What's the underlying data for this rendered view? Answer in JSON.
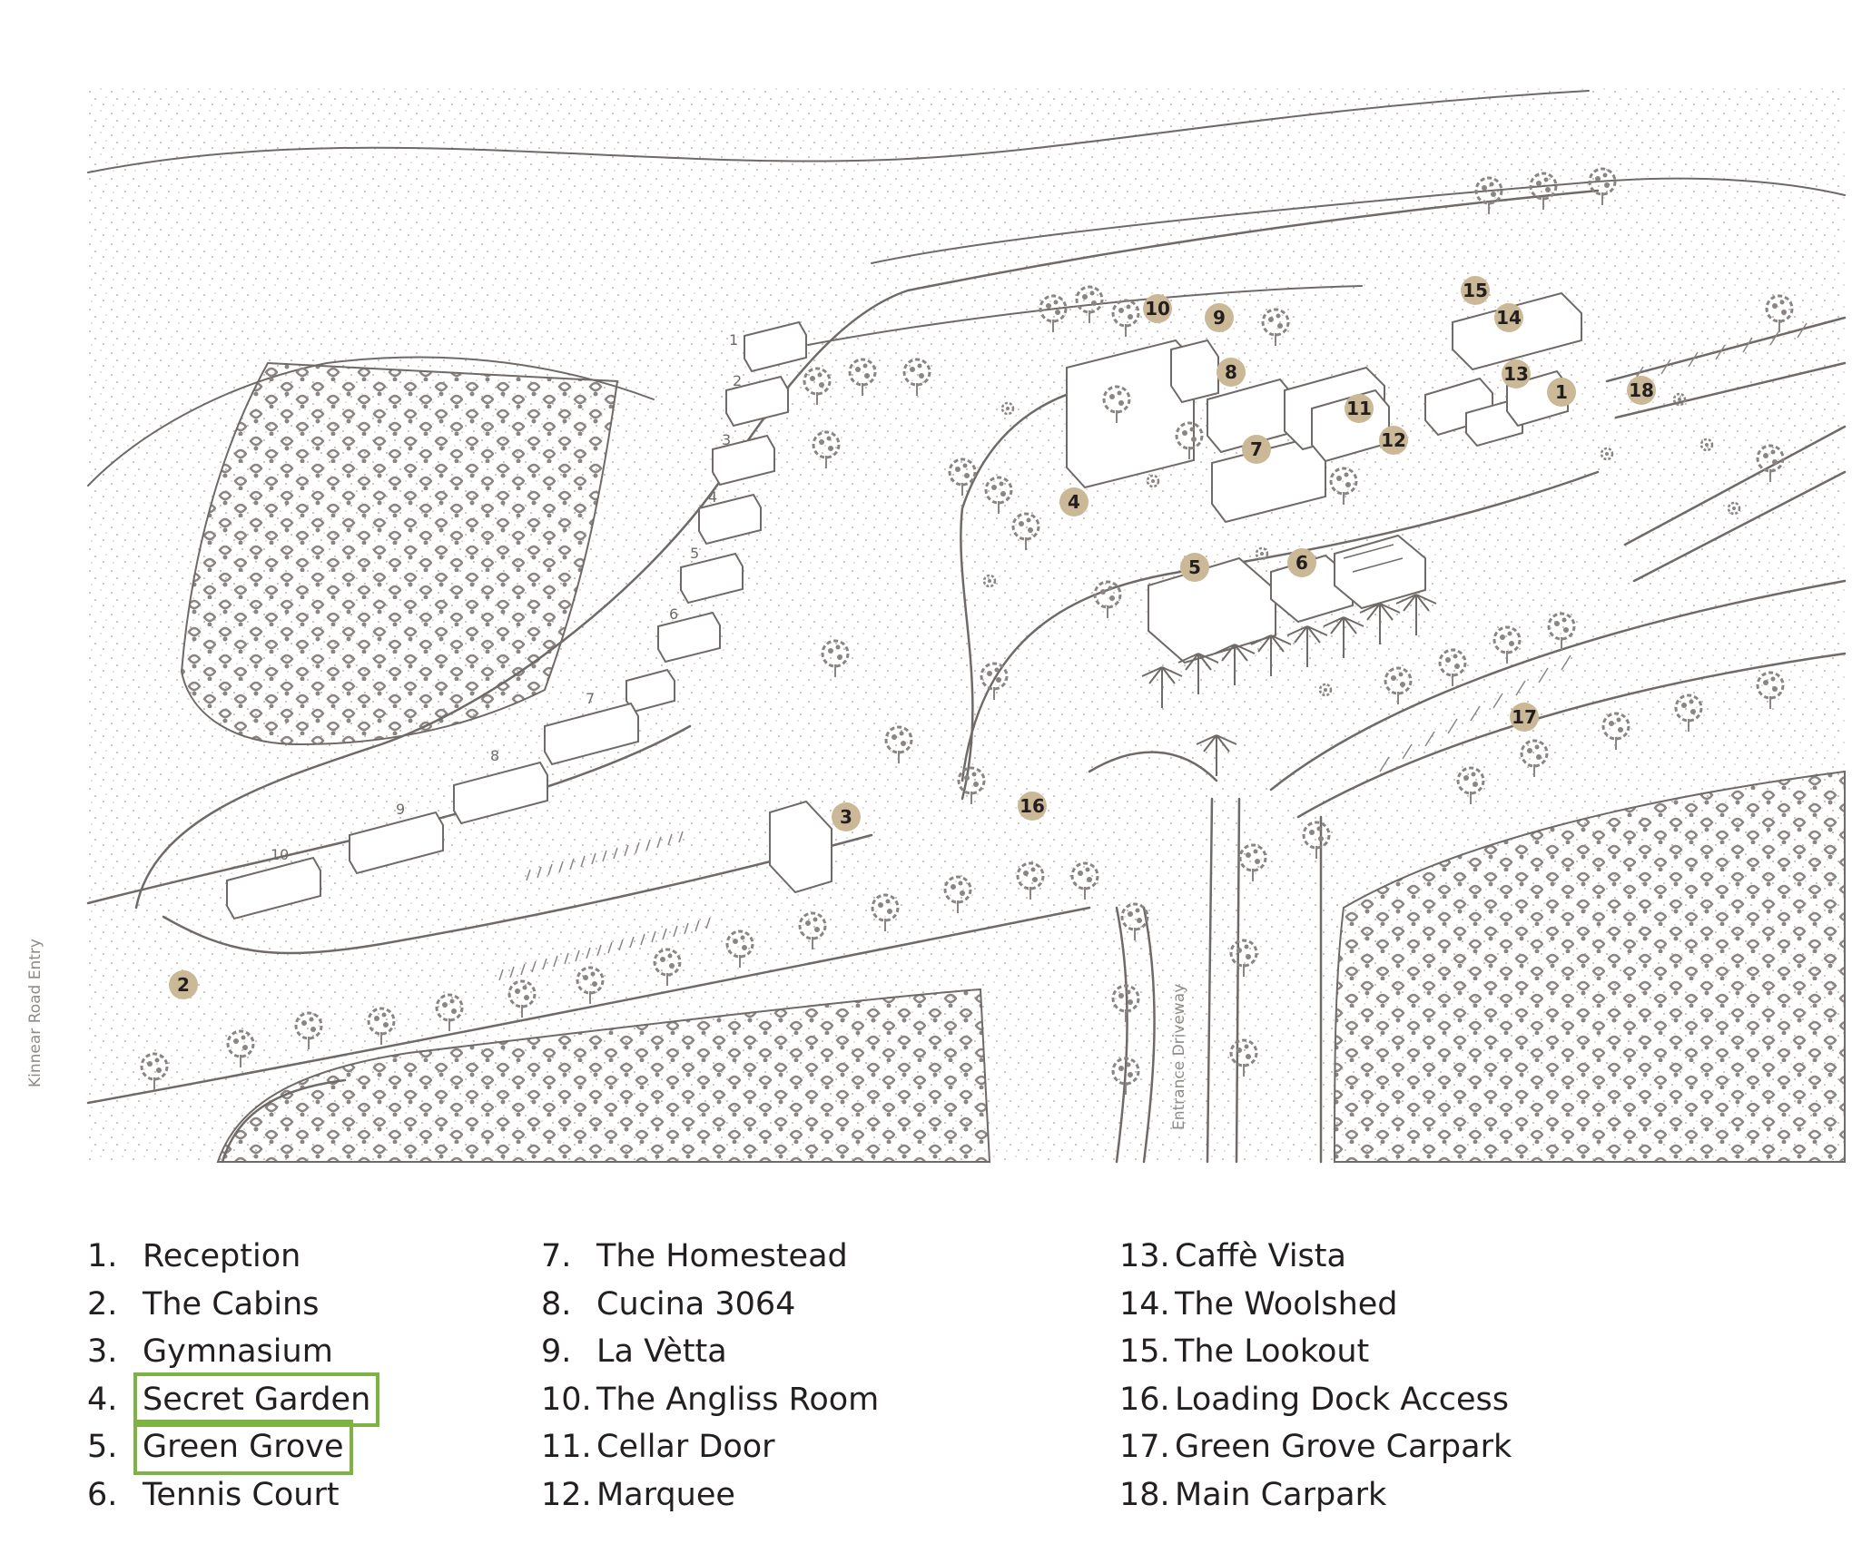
{
  "map": {
    "road_labels": [
      "Kinnear Road Entry",
      "Entrance Driveway"
    ],
    "cabin_numbers": [
      "1",
      "2",
      "3",
      "4",
      "5",
      "6",
      "7",
      "8",
      "9",
      "10"
    ],
    "marker_color": "#cbb896",
    "line_color": "#6f6a67",
    "tree_color": "#8a8583",
    "markers": [
      {
        "num": "1"
      },
      {
        "num": "2"
      },
      {
        "num": "3"
      },
      {
        "num": "4"
      },
      {
        "num": "5"
      },
      {
        "num": "6"
      },
      {
        "num": "7"
      },
      {
        "num": "8"
      },
      {
        "num": "9"
      },
      {
        "num": "10"
      },
      {
        "num": "11"
      },
      {
        "num": "12"
      },
      {
        "num": "13"
      },
      {
        "num": "14"
      },
      {
        "num": "15"
      },
      {
        "num": "16"
      },
      {
        "num": "17"
      },
      {
        "num": "18"
      }
    ]
  },
  "legend": {
    "highlight_color": "#7cb342",
    "items": [
      {
        "num": "1.",
        "name": "Reception",
        "highlighted": false
      },
      {
        "num": "2.",
        "name": "The Cabins",
        "highlighted": false
      },
      {
        "num": "3.",
        "name": "Gymnasium",
        "highlighted": false
      },
      {
        "num": "4.",
        "name": "Secret Garden",
        "highlighted": true
      },
      {
        "num": "5.",
        "name": "Green Grove",
        "highlighted": true
      },
      {
        "num": "6.",
        "name": "Tennis Court",
        "highlighted": false
      },
      {
        "num": "7.",
        "name": "The Homestead",
        "highlighted": false
      },
      {
        "num": "8.",
        "name": "Cucina 3064",
        "highlighted": false
      },
      {
        "num": "9.",
        "name": "La Vètta",
        "highlighted": false
      },
      {
        "num": "10.",
        "name": "The Angliss Room",
        "highlighted": false
      },
      {
        "num": "11.",
        "name": "Cellar Door",
        "highlighted": false
      },
      {
        "num": "12.",
        "name": "Marquee",
        "highlighted": false
      },
      {
        "num": "13.",
        "name": "Caffè Vista",
        "highlighted": false
      },
      {
        "num": "14.",
        "name": "The Woolshed",
        "highlighted": false
      },
      {
        "num": "15.",
        "name": "The Lookout",
        "highlighted": false
      },
      {
        "num": "16.",
        "name": "Loading Dock Access",
        "highlighted": false
      },
      {
        "num": "17.",
        "name": "Green Grove Carpark",
        "highlighted": false
      },
      {
        "num": "18.",
        "name": "Main Carpark",
        "highlighted": false
      }
    ]
  }
}
